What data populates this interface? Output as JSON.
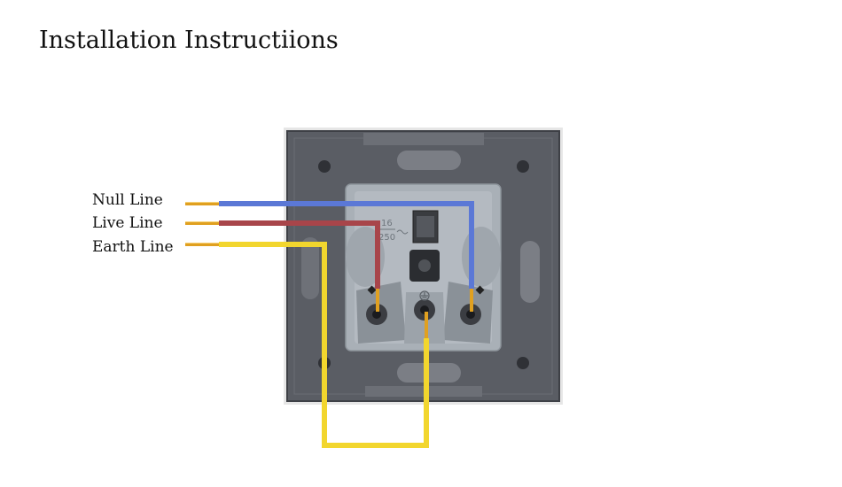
{
  "title": "Installation Instructiions",
  "labels": {
    "null_line": "Null Line",
    "live_line": "Live Line",
    "earth_line": "Earth Line"
  },
  "socket_rating": {
    "top": "16",
    "bottom": "250"
  },
  "colors": {
    "null_wire": "#5b78d6",
    "live_wire": "#a8454a",
    "earth_wire": "#f2d62e",
    "copper": "#e0a020",
    "plate": "#5a5d64",
    "socket_body": "#a9b0b7"
  },
  "icons": {
    "earth_symbol": "ground-icon",
    "ac_symbol": "tilde-icon"
  }
}
